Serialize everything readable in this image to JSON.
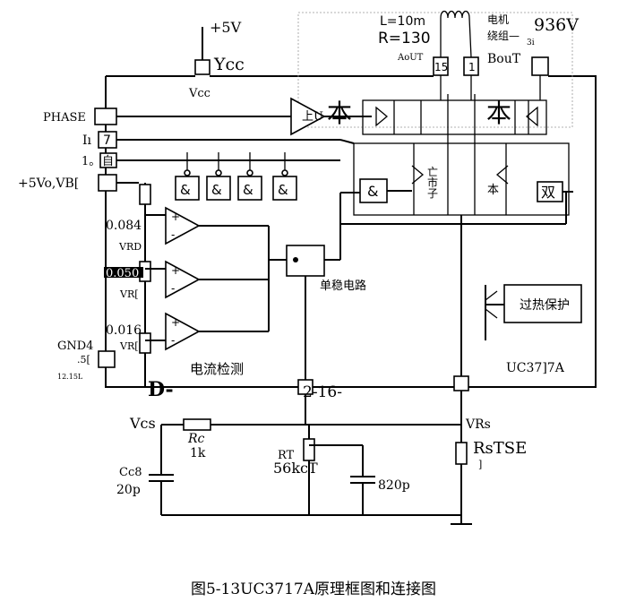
{
  "labels": {
    "vplus": "+5V",
    "ycc": "Ycc",
    "vcc_mid": "Vcc",
    "phase": "PHASE",
    "i1": "Iı",
    "pin7": "7",
    "pin_i0": "1。",
    "pin_i0_box": "自",
    "vref_pin": "+5Vo,VB[",
    "v084": "0.084",
    "vrd": "VRD",
    "v050": "0.050",
    "vr_mid": "VR[",
    "v016": "0.016",
    "vr_low": "VR[",
    "gnd": "GND4",
    "gnd2": ".5[",
    "gnd3": "12.15L",
    "d_label": "D-",
    "l_val": "L=10m",
    "r_val": "R=130",
    "motor1": "电机",
    "motor2": "绕组—",
    "motor_pin": "3i",
    "v936": "936V",
    "aout": "AoUT",
    "pin15": "15",
    "pin_bout_box": "1",
    "bout": "BouT",
    "u_label": "上U",
    "ben_left": "本",
    "ben_right": "本",
    "and_gate": "&",
    "nand1": "&",
    "nand2": "&",
    "nand3": "&",
    "nand4": "&",
    "bridge_left1": "亡",
    "bridge_left2": "市",
    "bridge_left3": "子",
    "bridge_right": "本",
    "double_box": "双",
    "current_detect": "电流检测",
    "monostable": "单稳电路",
    "overheat": "过热保护",
    "ic_name": "UC37]7A",
    "mid_pin": "2-16-",
    "vcs": "Vcs",
    "rc": "Rc",
    "rc_val": "1k",
    "vrs": "VRs",
    "cc": "Cc8",
    "cc_val": "20p",
    "rt": "RT",
    "rt_val": "56kcT",
    "c820": "820p",
    "rstse": "RsTSE",
    "rstse_sub": "]",
    "caption": "图5-13UC3717A原理框图和连接图"
  }
}
